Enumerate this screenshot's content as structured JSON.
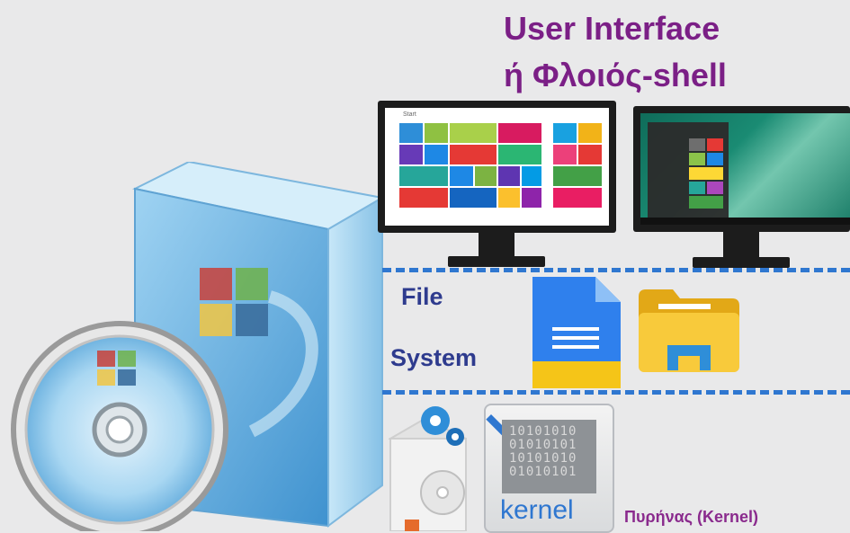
{
  "title": {
    "line1": "User Interface",
    "line2": "ή Φλοιός-shell"
  },
  "layers": {
    "file_system_label_1": "File",
    "file_system_label_2": "System",
    "kernel_caption": "Πυρήνας (Kernel)",
    "kernel_logo_text": "kernel",
    "kernel_binary": "10101010\n01010101\n10101010\n01010101"
  },
  "screen_left": {
    "start_label": "Start"
  },
  "icons": [
    "windows-box-icon",
    "windows-disc-icon",
    "monitor-icon",
    "monitor-icon",
    "document-icon",
    "folder-icon",
    "gear-box-icon",
    "kernel-chip-icon"
  ],
  "colors": {
    "title": "#7b1f86",
    "label": "#2e3b8e",
    "dash": "#2f77d0",
    "caption": "#8a2a8d"
  }
}
